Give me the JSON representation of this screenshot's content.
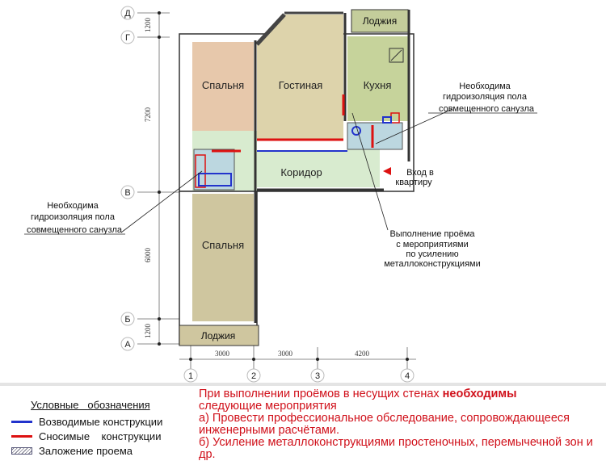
{
  "plan": {
    "rooms": {
      "bedroom_top": "Спальня",
      "living": "Гостиная",
      "kitchen": "Кухня",
      "loggia_top": "Лоджия",
      "corridor": "Коридор",
      "bedroom_bottom": "Спальня",
      "loggia_bottom": "Лоджия"
    },
    "axes_letters": [
      "Д",
      "Г",
      "В",
      "Б",
      "А"
    ],
    "axes_numbers": [
      "1",
      "2",
      "3",
      "4"
    ],
    "dims_vertical": [
      "1200",
      "7200",
      "6000",
      "1200"
    ],
    "dims_horizontal": [
      "3000",
      "3000",
      "4200"
    ],
    "notes": {
      "waterproof_right": [
        "Необходима",
        "гидроизоляция пола",
        "совмещенного санузла"
      ],
      "waterproof_left": [
        "Необходима",
        "гидроизоляция пола",
        "совмещенного санузла"
      ],
      "entrance": [
        "Вход в",
        "квартиру"
      ],
      "opening": [
        "Выполнение проёма",
        "с мероприятиями",
        "по усилению",
        "металлоконструкциями"
      ]
    }
  },
  "legend": {
    "title": "Условные   обозначения",
    "items": [
      {
        "label": "Возводимые конструкции",
        "color": "#2233cc"
      },
      {
        "label": "Сносимые    конструкции",
        "color": "#dd1111"
      },
      {
        "label": "Заложение проема"
      }
    ]
  },
  "requirements": {
    "intro": "При выполнении проёмов в несущих стенах ",
    "intro_bold": "необходимы",
    "line2": "следующие мероприятия",
    "a": "а) Провести профессиональное обследование, сопровождающееся инженерными расчётами.",
    "b": "б) Усиление металлоконструкциями простеночных, перемычечной зон и др."
  }
}
